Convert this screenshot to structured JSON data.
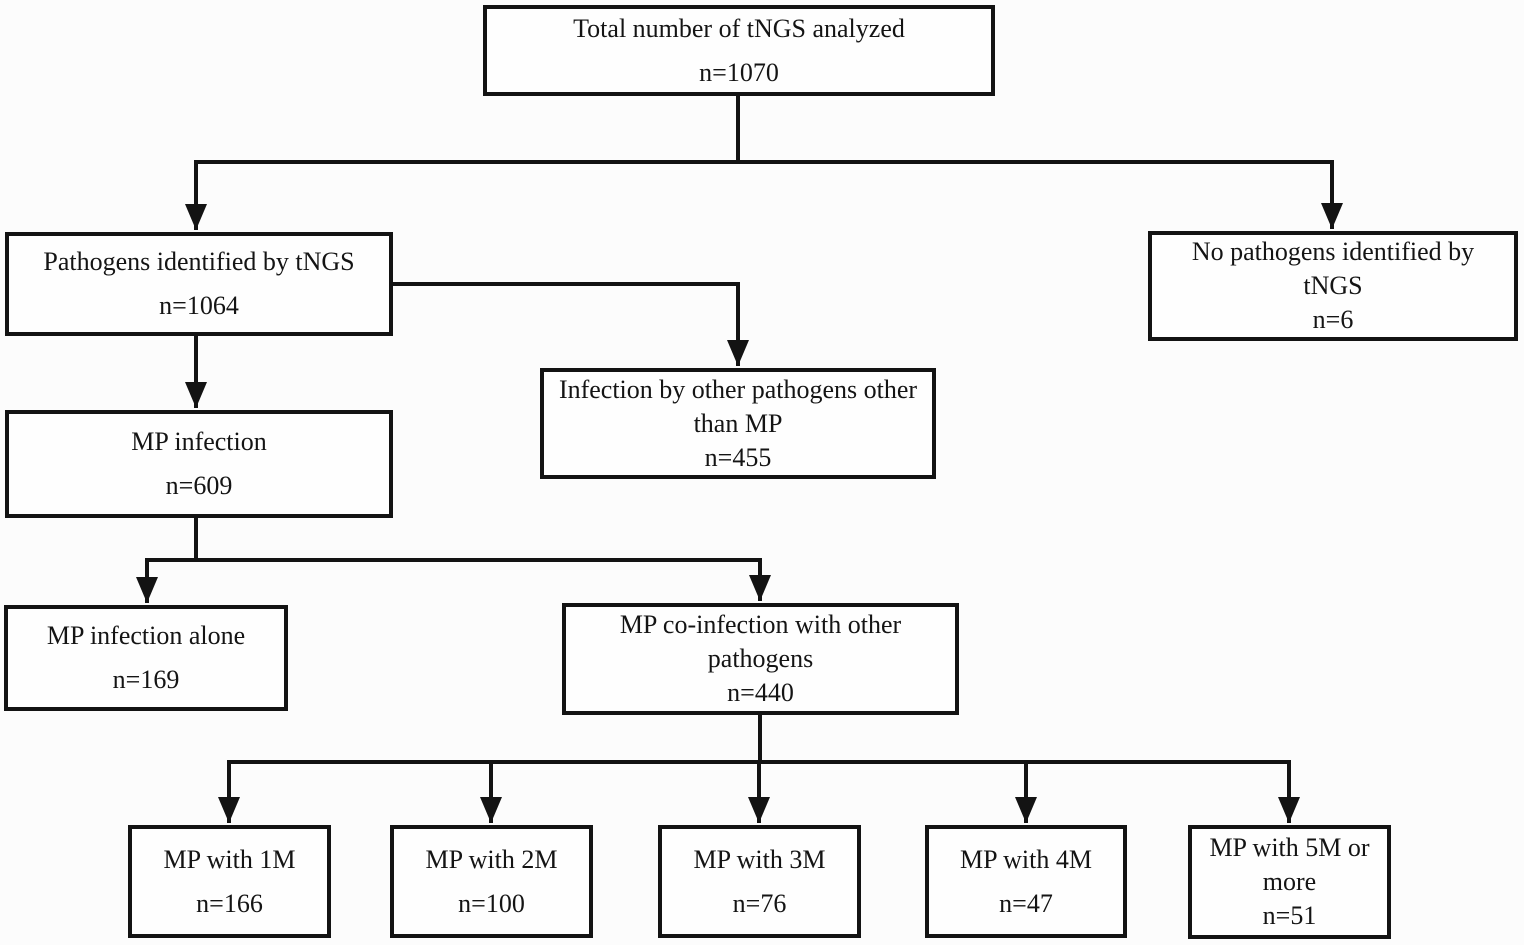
{
  "diagram": {
    "nodes": {
      "total": {
        "label": "Total number of tNGS analyzed",
        "count": "n=1070"
      },
      "pathogens_identified": {
        "label": "Pathogens identified by tNGS",
        "count": "n=1064"
      },
      "no_pathogens": {
        "label": "No pathogens identified by tNGS",
        "count": "n=6"
      },
      "infection_other": {
        "label": "Infection by other pathogens other than MP",
        "count": "n=455"
      },
      "mp_infection": {
        "label": "MP infection",
        "count": "n=609"
      },
      "mp_infection_alone": {
        "label": "MP infection alone",
        "count": "n=169"
      },
      "mp_coinfection": {
        "label": "MP co-infection with other pathogens",
        "count": "n=440"
      },
      "mp_with_1m": {
        "label": "MP with 1M",
        "count": "n=166"
      },
      "mp_with_2m": {
        "label": "MP with 2M",
        "count": "n=100"
      },
      "mp_with_3m": {
        "label": "MP with 3M",
        "count": "n=76"
      },
      "mp_with_4m": {
        "label": "MP with 4M",
        "count": "n=47"
      },
      "mp_with_5m": {
        "label": "MP with 5M or more",
        "count": "n=51"
      }
    },
    "edges": [
      {
        "from": "total",
        "to": "pathogens_identified"
      },
      {
        "from": "total",
        "to": "no_pathogens"
      },
      {
        "from": "pathogens_identified",
        "to": "mp_infection"
      },
      {
        "from": "pathogens_identified",
        "to": "infection_other"
      },
      {
        "from": "mp_infection",
        "to": "mp_infection_alone"
      },
      {
        "from": "mp_infection",
        "to": "mp_coinfection"
      },
      {
        "from": "mp_coinfection",
        "to": "mp_with_1m"
      },
      {
        "from": "mp_coinfection",
        "to": "mp_with_2m"
      },
      {
        "from": "mp_coinfection",
        "to": "mp_with_3m"
      },
      {
        "from": "mp_coinfection",
        "to": "mp_with_4m"
      },
      {
        "from": "mp_coinfection",
        "to": "mp_with_5m"
      }
    ],
    "colors": {
      "line": "#131313",
      "box_border": "#131313",
      "box_fill": "#fefefe",
      "background": "#fcfcfc",
      "text": "#141414"
    }
  }
}
